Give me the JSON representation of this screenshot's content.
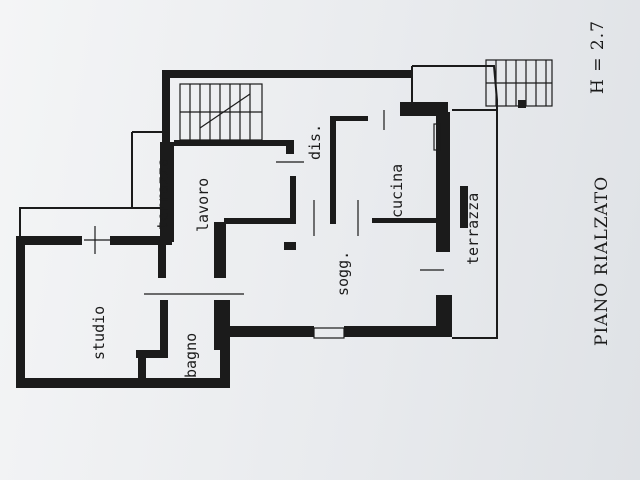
{
  "plan": {
    "title": "PIANO RIALZATO",
    "height_note": "H = 2.7",
    "rooms": {
      "terrazza_left": "terrazza",
      "lavoro": "lavoro",
      "dis": "dis.",
      "cucina": "cucina",
      "terrazza_right": "terrazza",
      "sogg": "sogg.",
      "studio": "studio",
      "bagno": "bagno"
    }
  }
}
